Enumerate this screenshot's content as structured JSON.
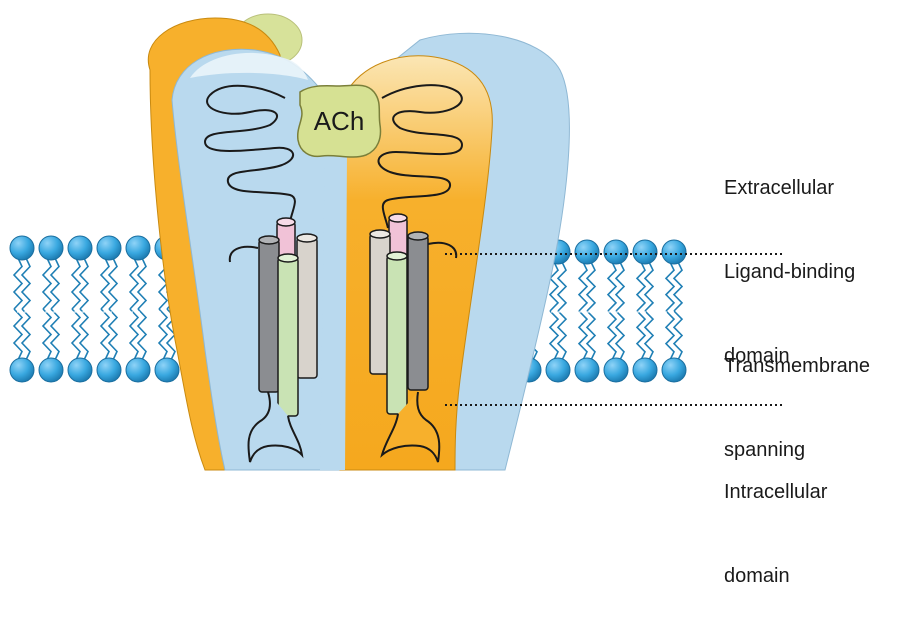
{
  "center_label": "ACh",
  "labels": {
    "extracellular": [
      "Extracellular",
      "Ligand-binding",
      "domain"
    ],
    "transmembrane": [
      "Transmembrane",
      "spanning"
    ],
    "intracellular": [
      "Intracellular",
      "domain"
    ]
  },
  "colors": {
    "blue_subunit": "#b9d9ee",
    "orange_subunit": "#f7b02c",
    "top_green": "#d7e29a",
    "ach_fill": "#d6e193",
    "lipid_head": "#39a8e0",
    "helix_dark": "#8b8d91",
    "helix_light": "#d8d3cc",
    "helix_green": "#c9e3b4",
    "helix_pink": "#f1c2d7"
  }
}
